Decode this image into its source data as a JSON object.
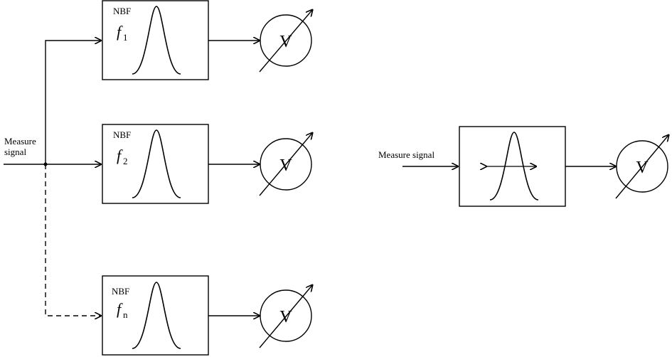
{
  "left": {
    "input_label_line1": "Measure",
    "input_label_line2": "signal",
    "filters": [
      {
        "tag": "NBF",
        "symbol": "f",
        "subscript": "1"
      },
      {
        "tag": "NBF",
        "symbol": "f",
        "subscript": "2"
      },
      {
        "tag": "NBF",
        "symbol": "f",
        "subscript": "n"
      }
    ],
    "meter_label": "V"
  },
  "right": {
    "input_label": "Measure signal",
    "meter_label": "V"
  }
}
